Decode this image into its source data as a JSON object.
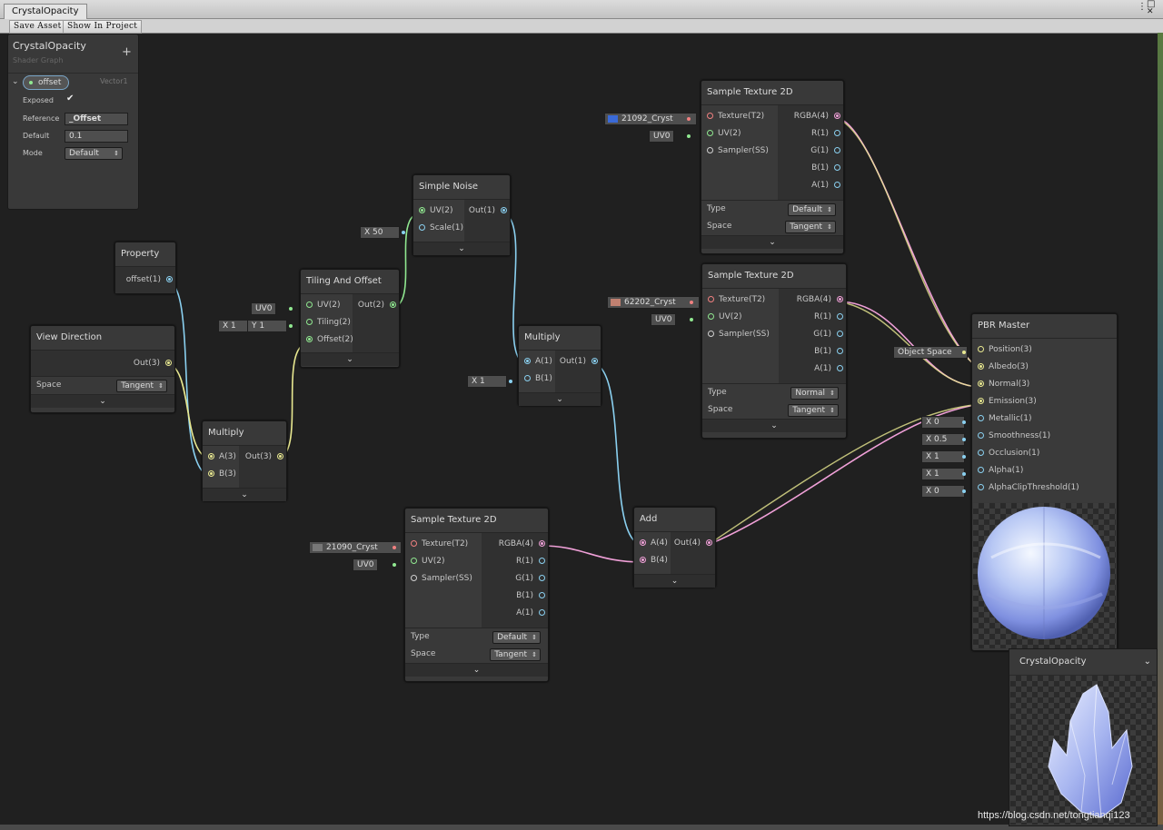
{
  "window": {
    "tab_title": "CrystalOpacity"
  },
  "toolbar": {
    "save_asset": "Save Asset",
    "show_in_project": "Show In Project"
  },
  "blackboard": {
    "title": "CrystalOpacity",
    "subtitle": "Shader Graph",
    "add_glyph": "+",
    "property": {
      "name": "offset",
      "type": "Vector1",
      "exposed_label": "Exposed",
      "exposed": true,
      "reference_label": "Reference",
      "reference_value": "_Offset",
      "default_label": "Default",
      "default_value": "0.1",
      "mode_label": "Mode",
      "mode_value": "Default"
    }
  },
  "nodes": {
    "property": {
      "title": "Property",
      "out": "offset(1)"
    },
    "view_dir": {
      "title": "View Direction",
      "out": "Out(3)",
      "space_label": "Space",
      "space_value": "Tangent"
    },
    "multiply1": {
      "title": "Multiply",
      "in_a": "A(3)",
      "in_b": "B(3)",
      "out": "Out(3)"
    },
    "tiling": {
      "title": "Tiling And Offset",
      "in_uv": "UV(2)",
      "in_tiling": "Tiling(2)",
      "in_offset": "Offset(2)",
      "out": "Out(2)",
      "uv_field": "UV0",
      "tiling_x": "X 1",
      "tiling_y": "Y 1"
    },
    "noise": {
      "title": "Simple Noise",
      "in_uv": "UV(2)",
      "in_scale": "Scale(1)",
      "out": "Out(1)",
      "scale_field": "X 50"
    },
    "multiply2": {
      "title": "Multiply",
      "in_a": "A(1)",
      "in_b": "B(1)",
      "out": "Out(1)",
      "b_field": "X 1"
    },
    "tex1": {
      "title": "Sample Texture 2D",
      "tex_field": "21092_Cryst",
      "uv_field": "UV0",
      "type_value": "Default",
      "space_value": "Tangent"
    },
    "tex2": {
      "title": "Sample Texture 2D",
      "tex_field": "62202_Cryst",
      "uv_field": "UV0",
      "type_value": "Normal",
      "space_value": "Tangent"
    },
    "tex3": {
      "title": "Sample Texture 2D",
      "tex_field": "21090_Cryst",
      "uv_field": "UV0",
      "type_value": "Default",
      "space_value": "Tangent"
    },
    "tex_ports": {
      "in_tex": "Texture(T2)",
      "in_uv": "UV(2)",
      "in_sampler": "Sampler(SS)",
      "out_rgba": "RGBA(4)",
      "out_r": "R(1)",
      "out_g": "G(1)",
      "out_b": "B(1)",
      "out_a": "A(1)",
      "type_label": "Type",
      "space_label": "Space"
    },
    "add": {
      "title": "Add",
      "in_a": "A(4)",
      "in_b": "B(4)",
      "out": "Out(4)"
    },
    "master": {
      "title": "PBR Master",
      "ports": [
        "Position(3)",
        "Albedo(3)",
        "Normal(3)",
        "Emission(3)",
        "Metallic(1)",
        "Smoothness(1)",
        "Occlusion(1)",
        "Alpha(1)",
        "AlphaClipThreshold(1)"
      ],
      "fields": {
        "position": "Object Space",
        "metallic": "X 0",
        "smoothness": "X 0.5",
        "occlusion": "X 1",
        "alpha": "X 1",
        "alphaclip": "X 0"
      }
    }
  },
  "preview": {
    "title": "CrystalOpacity"
  },
  "watermark": "https://blog.csdn.net/tongtianqi123",
  "colors": {
    "vec1": "#8ad0f0",
    "vec2": "#90e890",
    "vec3": "#e8e890",
    "vec4": "#f0a0d8",
    "tex": "#f08080"
  }
}
